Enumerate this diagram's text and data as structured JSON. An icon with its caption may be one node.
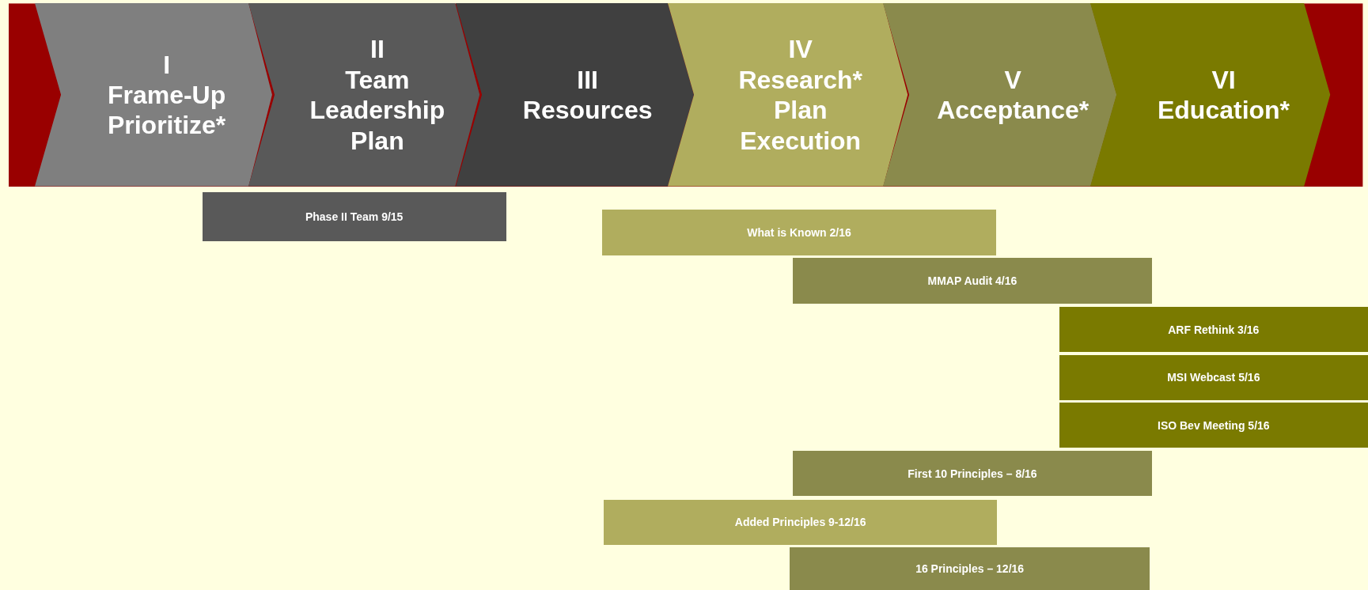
{
  "diagram": {
    "nodes": [
      {
        "text": [
          "I",
          "Frame-Up Prioritize*"
        ]
      },
      {
        "text": [
          "II",
          "Team Leadership Plan"
        ]
      },
      {
        "text": [
          "III",
          "Resources"
        ]
      },
      {
        "text": [
          "IV",
          "Research* Plan Execution"
        ]
      },
      {
        "text": [
          "V",
          "Acceptance*"
        ]
      },
      {
        "text": [
          "VI",
          "Education*"
        ]
      },
      {
        "text": [
          "Phase II Team 9/15"
        ]
      },
      {
        "text": [
          "What is Known 2/16"
        ]
      },
      {
        "text": [
          "MMAP Audit 4/16"
        ]
      },
      {
        "text": [
          "ARF Rethink 3/16"
        ]
      },
      {
        "text": [
          "MSI Webcast 5/16"
        ]
      },
      {
        "text": [
          "ISO Bev Meeting 5/16"
        ]
      },
      {
        "text": [
          "First 10 Principles – 8/16"
        ]
      },
      {
        "text": [
          "Added Principles 9-12/16"
        ]
      },
      {
        "text": [
          "16 Principles – 12/16"
        ]
      }
    ],
    "edges": []
  }
}
